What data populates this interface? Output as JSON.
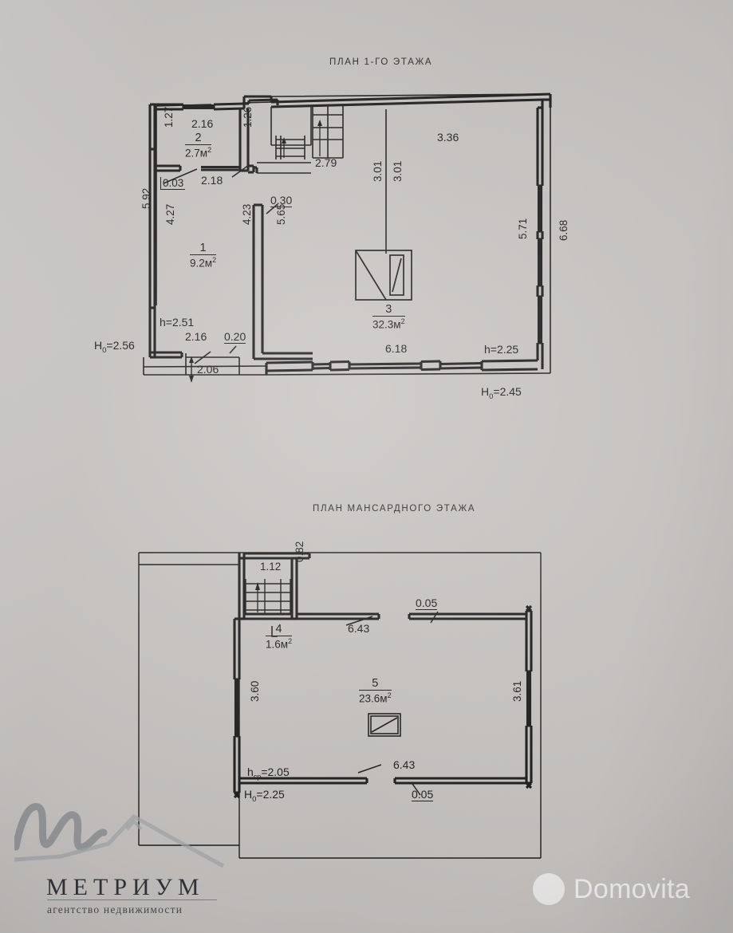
{
  "document": {
    "kind": "apartment-floor-plan-scan",
    "background_color": "#c8c5c3",
    "ink_color": "#1d1d1d"
  },
  "floor1": {
    "title": "ПЛАН 1-ГО ЭТАЖА",
    "rooms": [
      {
        "number": "1",
        "area": "9.2м",
        "area_unit": "2"
      },
      {
        "number": "2",
        "area": "2.7м",
        "area_unit": "2"
      },
      {
        "number": "3",
        "area": "32.3м",
        "area_unit": "2"
      }
    ],
    "dimensions": {
      "top_2_16": "2.16",
      "left_1_27": "1.27",
      "mid_1_26": "1.26",
      "small_0_03": "0.03",
      "door_2_18": "2.18",
      "stair_2_79": "2.79",
      "right_top_3_36": "3.36",
      "wall_3_01_a": "3.01",
      "wall_3_01_b": "3.01",
      "outer_left_5_92": "5.92",
      "inner_left_4_27": "4.27",
      "inner_4_23": "4.23",
      "inner_5_65": "5.65",
      "jog_0_30": "0.30",
      "right_5_71": "5.71",
      "right_6_68": "6.68",
      "bottom_2_16": "2.16",
      "bottom_0_20": "0.20",
      "bottom_2_06": "2.06",
      "bottom_6_18": "6.18"
    },
    "heights": {
      "h_left": "h=2.51",
      "H0_left": "H",
      "H0_left_sub": "0",
      "H0_left_val": "=2.56",
      "h_right": "h=2.25",
      "H0_right": "H",
      "H0_right_sub": "0",
      "H0_right_val": "=2.45"
    }
  },
  "floor2": {
    "title": "ПЛАН МАНСАРДНОГО ЭТАЖА",
    "rooms": [
      {
        "number": "4",
        "area": "1.6м",
        "area_unit": "2"
      },
      {
        "number": "5",
        "area": "23.6м",
        "area_unit": "2"
      }
    ],
    "dimensions": {
      "stair_1_12": "1.12",
      "stair_0_82": "0.82",
      "top_6_43": "6.43",
      "top_0_05": "0.05",
      "left_3_60": "3.60",
      "right_3_61": "3.61",
      "bottom_6_43": "6.43",
      "bottom_0_05": "0.05"
    },
    "heights": {
      "h_avg": "h",
      "h_avg_sub": "ср",
      "h_avg_val": "=2.05",
      "H0": "H",
      "H0_sub": "0",
      "H0_val": "=2.25"
    }
  },
  "watermarks": {
    "agency_name": "МЕТРИУМ",
    "agency_tagline": "агентство недвижимости",
    "portal_name": "Domovita"
  }
}
